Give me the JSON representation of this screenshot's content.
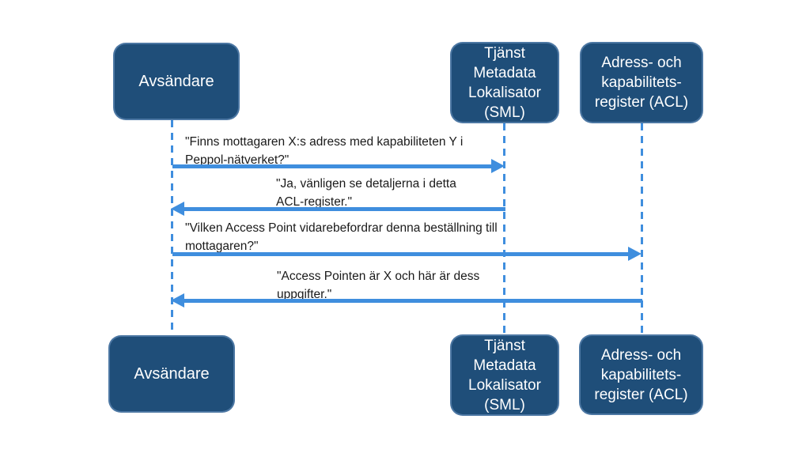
{
  "colors": {
    "box_fill": "#1F4E79",
    "box_text": "#FFFFFF",
    "arrow_blue": "#3F8EDE",
    "message_text": "#1A1A1A",
    "background": "#FFFFFF"
  },
  "actors": [
    {
      "id": "avsandare",
      "label": "Avsändare"
    },
    {
      "id": "sml",
      "label": "Tjänst\nMetadata\nLokalisator\n(SML)"
    },
    {
      "id": "acl",
      "label": "Adress- och\nkapabilitets-\nregister (ACL)"
    }
  ],
  "messages": [
    {
      "from": "avsandare",
      "to": "sml",
      "direction": "right",
      "text": "\"Finns mottagaren X:s adress med kapabiliteten Y i\nPeppol-nätverket?\""
    },
    {
      "from": "sml",
      "to": "avsandare",
      "direction": "left",
      "text": "\"Ja, vänligen se detaljerna i detta\nACL-register.\""
    },
    {
      "from": "avsandare",
      "to": "acl",
      "direction": "right",
      "text": "\"Vilken Access Point vidarebefordrar denna beställning till\nmottagaren?\""
    },
    {
      "from": "acl",
      "to": "avsandare",
      "direction": "left",
      "text": "\"Access Pointen är X och här är dess\nuppgifter.\""
    }
  ]
}
